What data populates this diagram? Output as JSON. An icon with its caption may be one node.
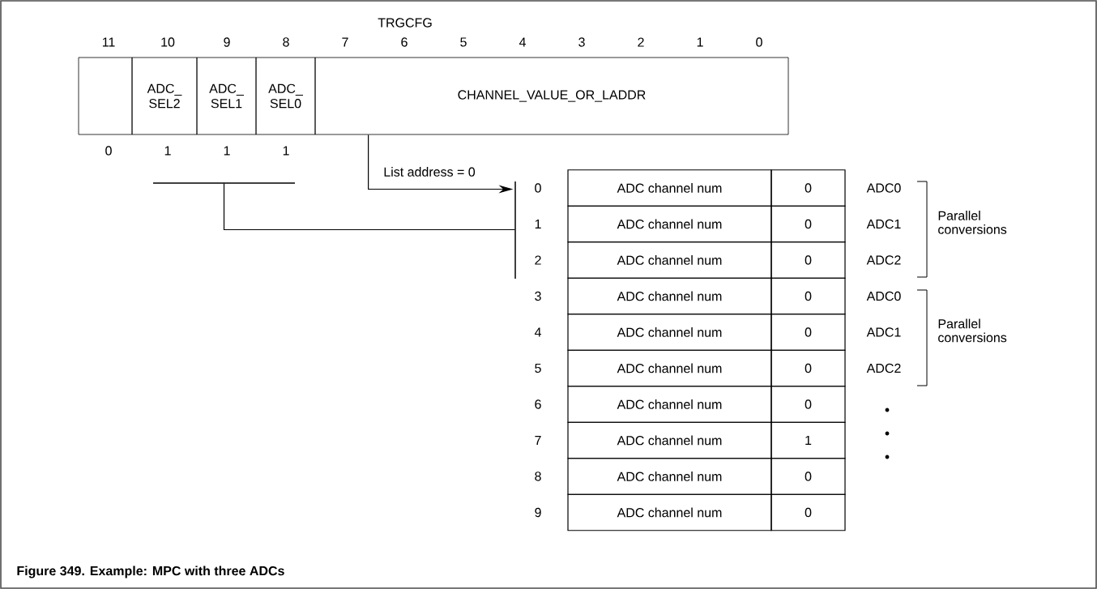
{
  "diagram": {
    "caption": "Figure 349. Example: MPC with three ADCs",
    "nodes": [
      {
        "text": [],
        "shape": "box"
      },
      {
        "text": [
          "ADC_ SEL2"
        ]
      },
      {
        "text": [
          "ADC_ SEL1"
        ]
      },
      {
        "text": [
          "ADC_ SEL0"
        ]
      },
      {
        "text": [
          "CHANNEL_VALUE_OR_LADDR"
        ]
      },
      {
        "text": [],
        "shape": "bar"
      },
      {
        "text": [],
        "shape": "bar"
      }
    ],
    "edges": [
      {
        "from": 4,
        "to": 6,
        "arrow": "to",
        "label": "List address = 0"
      },
      {
        "from": 5,
        "to": 6,
        "arrow": "none"
      }
    ],
    "labels": [
      "TRGCFG",
      "11",
      "10",
      "9",
      "8",
      "7",
      "6",
      "5",
      "4",
      "3",
      "2",
      "1",
      "0",
      "0",
      "1",
      "1",
      "1",
      "0",
      "ADC channel num",
      "0",
      "ADC0",
      "1",
      "ADC channel num",
      "0",
      "ADC1",
      "Parallel conversions",
      "2",
      "ADC channel num",
      "0",
      "ADC2",
      "3",
      "ADC channel num",
      "0",
      "ADC0",
      "4",
      "ADC channel num",
      "0",
      "ADC1",
      "Parallel conversions",
      "5",
      "ADC channel num",
      "0",
      "ADC2",
      "6",
      "ADC channel num",
      "0",
      "7",
      "ADC channel num",
      "1",
      "8",
      "ADC channel num",
      "0",
      "9",
      "ADC channel num",
      "0"
    ]
  }
}
